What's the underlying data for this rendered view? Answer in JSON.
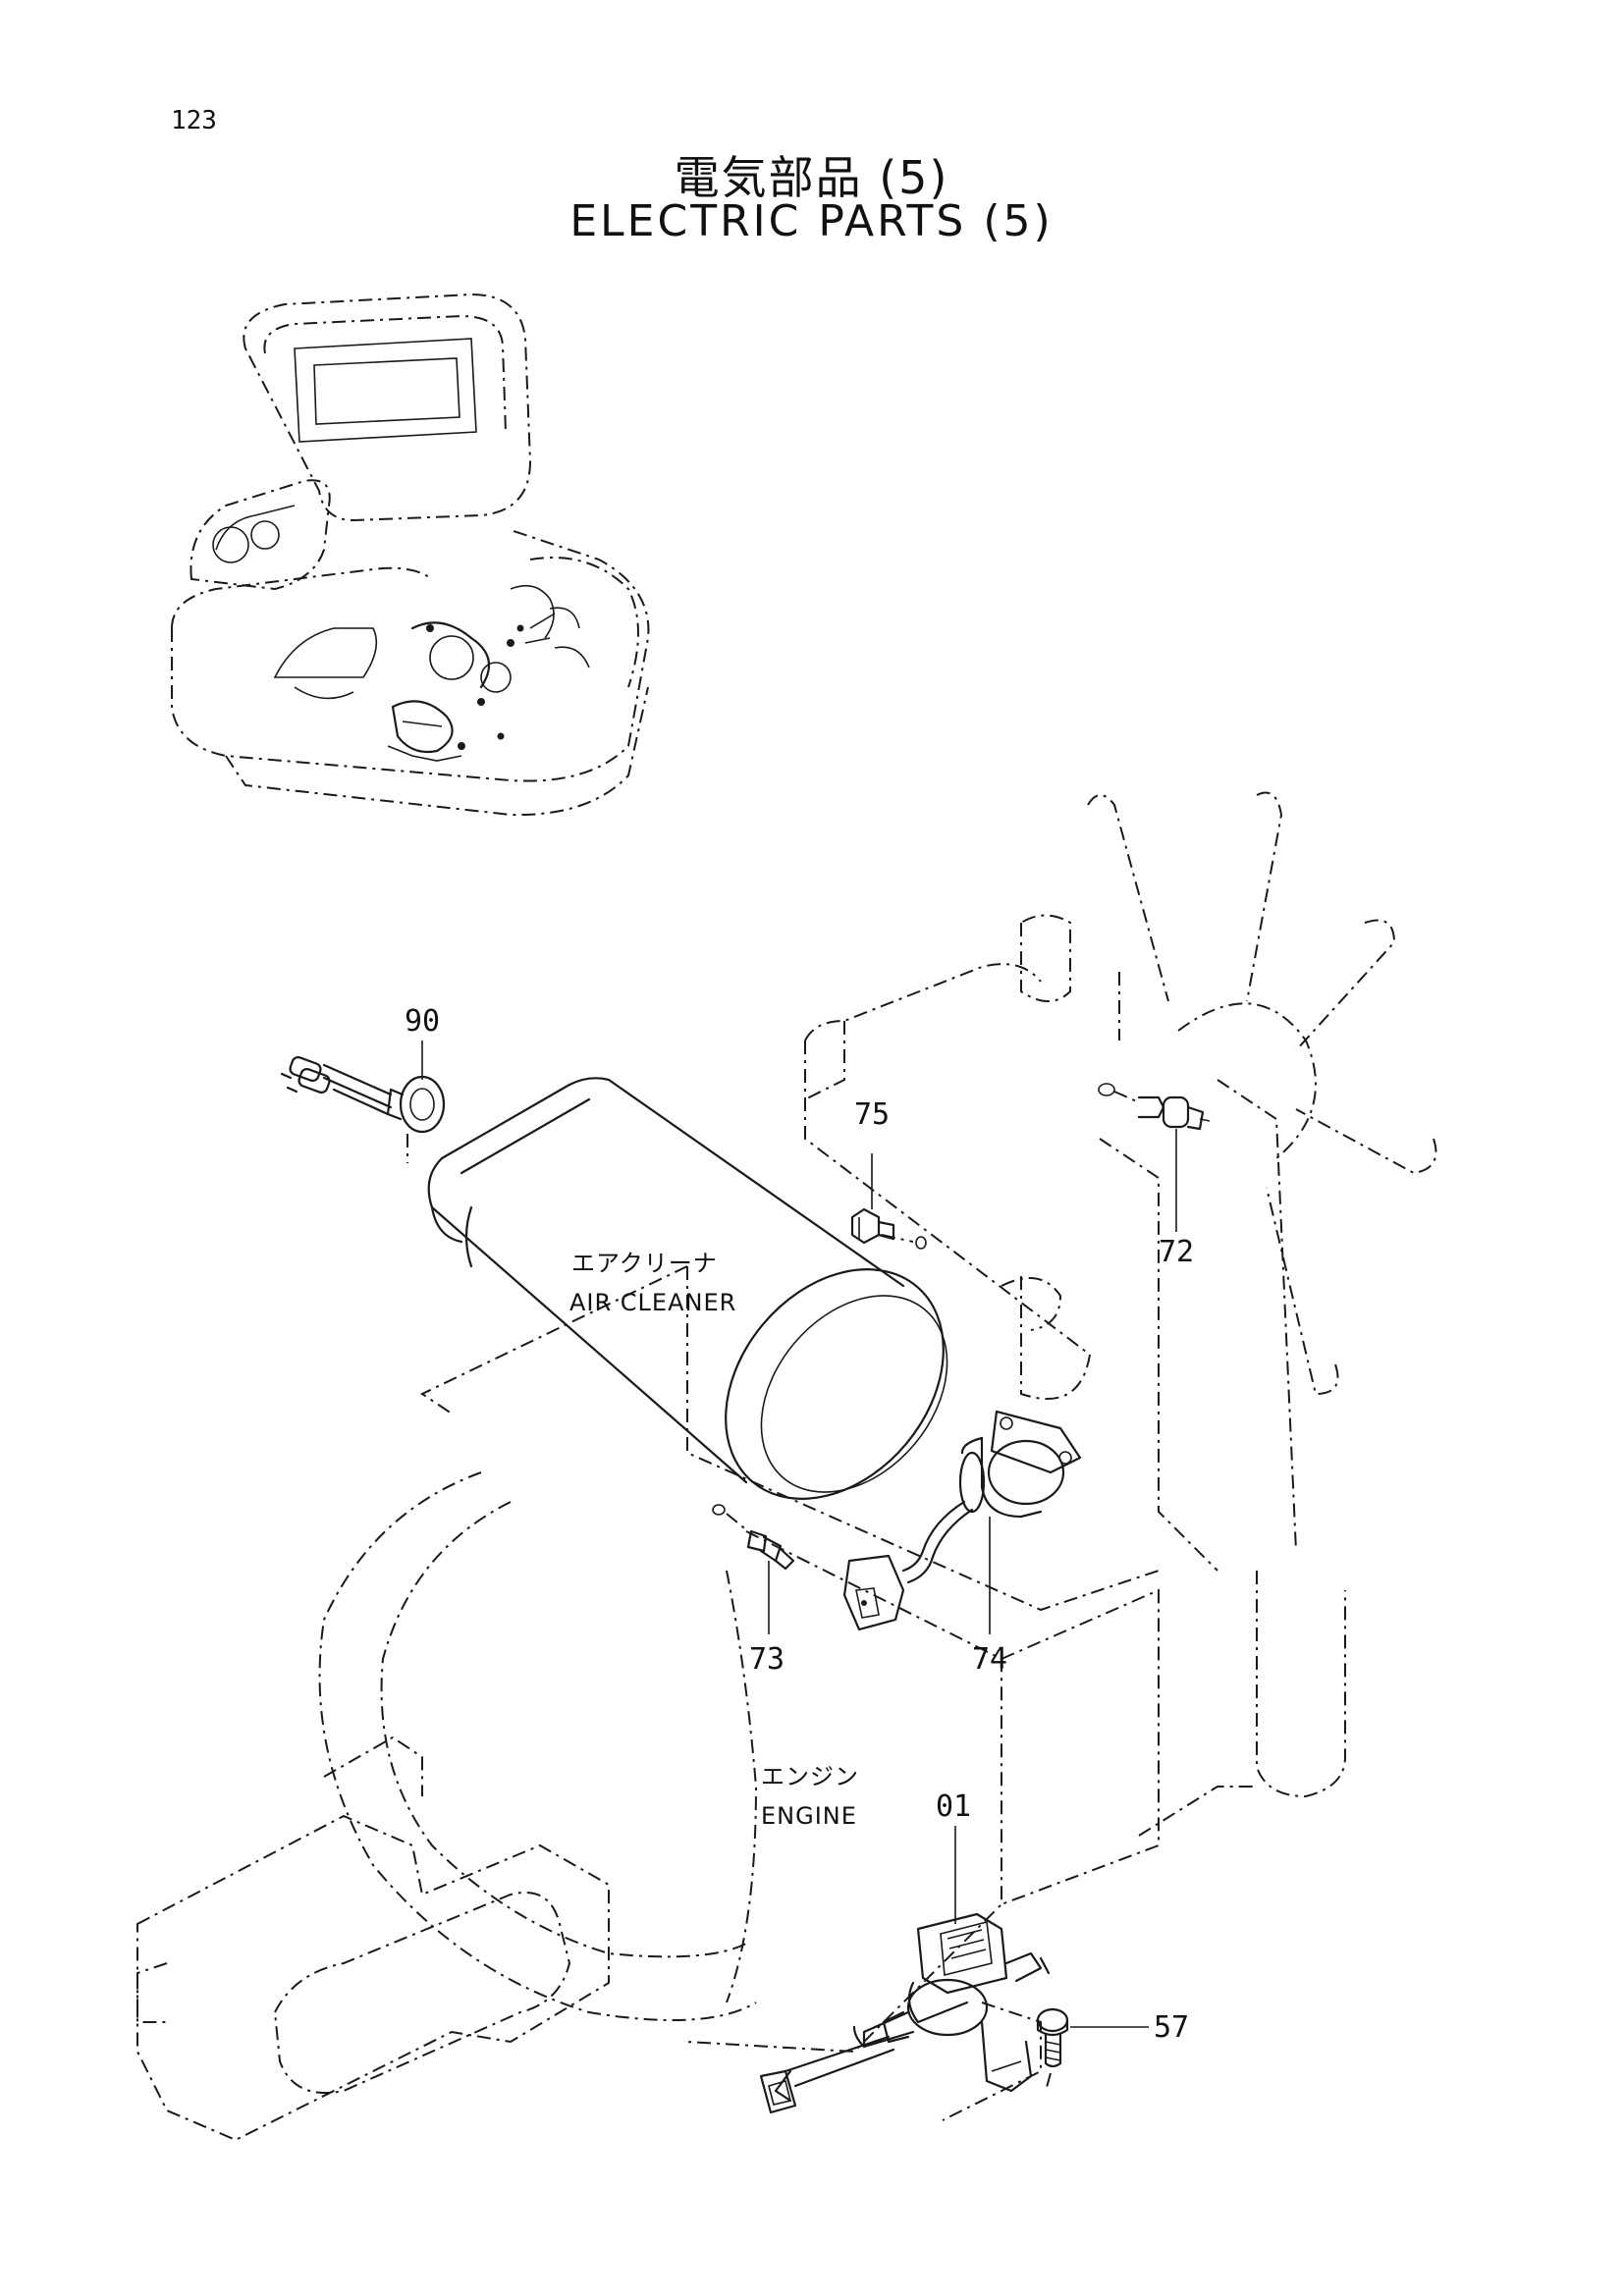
{
  "page": {
    "number": "123"
  },
  "title": {
    "japanese": "電気部品 (5)",
    "english": "ELECTRIC PARTS (5)"
  },
  "labels": {
    "air_cleaner_jp": "エアクリーナ",
    "air_cleaner_en": "AIR CLEANER",
    "engine_jp": "エンジン",
    "engine_en": "ENGINE"
  },
  "callouts": [
    "90",
    "75",
    "72",
    "73",
    "74",
    "01",
    "57"
  ]
}
